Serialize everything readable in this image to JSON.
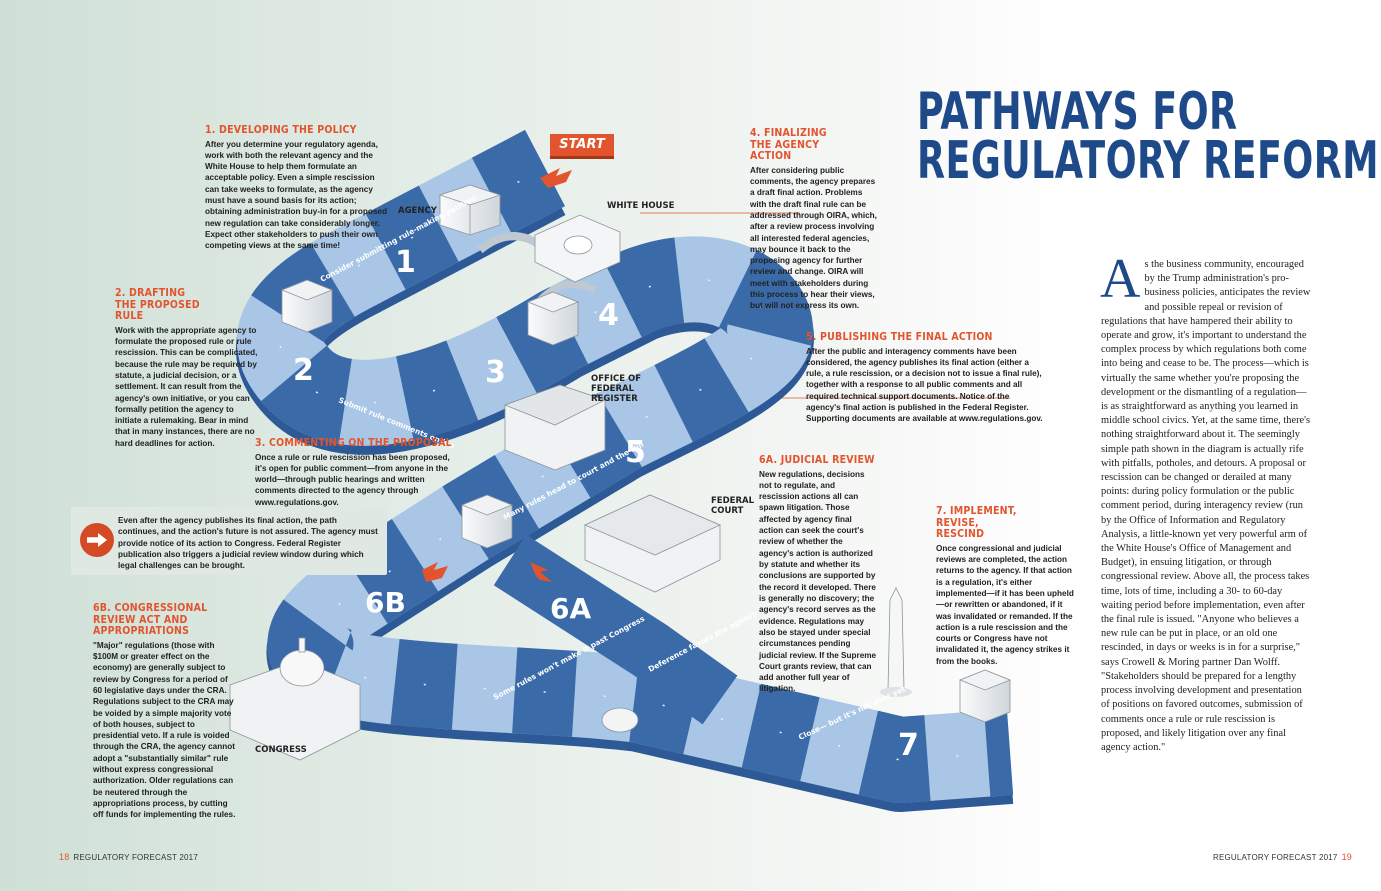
{
  "title": [
    "PATHWAYS FOR",
    "REGULATORY REFORM"
  ],
  "start_label": "START",
  "steps": [
    {
      "title": "1. DEVELOPING THE POLICY",
      "body": "After you determine your regulatory agenda, work with both the relevant agency and the White House to help them formulate an acceptable policy. Even a simple rescission can take weeks to formulate, as the agency must have a sound basis for its action; obtaining administration buy-in for a proposed new regulation can take considerably longer. Expect other stakeholders to push their own competing views at the same time!"
    },
    {
      "title": "2. DRAFTING THE PROPOSED RULE",
      "body": "Work with the appropriate agency to formulate the proposed rule or rule rescission. This can be complicated, because the rule may be required by statute, a judicial decision, or a settlement. It can result from the agency's own initiative, or you can formally petition the agency to initiate a rulemaking. Bear in mind that in many instances, there are no hard deadlines for action."
    },
    {
      "title": "3. COMMENTING ON THE PROPOSAL",
      "body": "Once a rule or rule rescission has been proposed, it's open for public comment—from anyone in the world—through public hearings and written comments directed to the agency through www.regulations.gov."
    },
    {
      "title": "4. FINALIZING THE AGENCY ACTION",
      "body": "After considering public comments, the agency prepares a draft final action. Problems with the draft final rule can be addressed through OIRA, which, after a review process involving all interested federal agencies, may bounce it back to the proposing agency for further review and change. OIRA will meet with stakeholders during this process to hear their views, but will not express its own."
    },
    {
      "title": "5. PUBLISHING THE FINAL ACTION",
      "body": "After the public and interagency comments have been considered, the agency publishes its final action (either a rule, a rule rescission, or a decision not to issue a final rule), together with a response to all public comments and all required technical support documents. Notice of the agency's final action is published in the Federal Register. Supporting documents are available at www.regulations.gov."
    },
    {
      "title": "6A. JUDICIAL REVIEW",
      "body": "New regulations, decisions not to regulate, and rescission actions all can spawn litigation. Those affected by agency final action can seek the court's review of whether the agency's action is authorized by statute and whether its conclusions are supported by the record it developed. There is generally no discovery; the agency's record serves as the evidence. Regulations may also be stayed under special circumstances pending judicial review. If the Supreme Court grants review, that can add another full year of litigation."
    },
    {
      "title": "6B. CONGRESSIONAL REVIEW ACT AND APPROPRIATIONS",
      "body": "\"Major\" regulations (those with $100M or greater effect on the economy) are generally subject to review by Congress for a period of 60 legislative days under the CRA. Regulations subject to the CRA may be voided by a simple majority vote of both houses, subject to presidential veto. If a rule is voided through the CRA, the agency cannot adopt a \"substantially similar\" rule without express congressional authorization. Older regulations can be neutered through the appropriations process, by cutting off funds for implementing the rules."
    },
    {
      "title": "7. IMPLEMENT, REVISE, RESCIND",
      "body": "Once congressional and judicial reviews are completed, the action returns to the agency. If that action is a regulation, it's either implemented—if it has been upheld—or rewritten or abandoned, if it was invalidated or remanded. If the action is a rule rescission and the courts or Congress have not invalidated it, the agency strikes it from the books."
    }
  ],
  "note": "Even after the agency publishes its final action, the path continues, and the action's future is not assured. The agency must provide notice of its action to Congress. Federal Register publication also triggers a judicial review window during which legal challenges can be brought.",
  "places": {
    "agency": "AGENCY",
    "white_house": "WHITE HOUSE",
    "federal_register": "OFFICE OF FEDERAL REGISTER",
    "federal_court": "FEDERAL COURT",
    "congress": "CONGRESS"
  },
  "tiles": {
    "n1": "1",
    "n2": "2",
    "n3": "3",
    "n4": "4",
    "n5": "5",
    "n6a": "6A",
    "n6b": "6B",
    "n7": "7",
    "t1": "Consider submitting rule-making petition",
    "t2": "Submit rule comments online",
    "t5": "Many rules head to court and the Hill",
    "t6a": "Deference favors the agency",
    "t6b": "Some rules won't make it past Congress",
    "t7": "Close— but it's not over yet"
  },
  "article": {
    "dropcap": "A",
    "text": "s the business community, encouraged by the Trump administration's pro-business policies, anticipates the review and possible repeal or revision of regulations that have hampered their ability to operate and grow, it's important to understand the complex process by which regulations both come into being and cease to be. The process—which is virtually the same whether you're proposing the development or the dismantling of a regulation—is as straightforward as anything you learned in middle school civics. Yet, at the same time, there's nothing straightforward about it. The seemingly simple path shown in the diagram is actually rife with pitfalls, potholes, and detours. A proposal or rescission can be changed or derailed at many points: during policy formulation or the public comment period, during interagency review (run by the Office of Information and Regulatory Analysis, a little-known yet very powerful arm of the White House's Office of Management and Budget), in ensuing litigation, or through congressional review. Above all, the process takes time, lots of time, including a 30- to 60-day waiting period before implementation, even after the final rule is issued. \"Anyone who believes a new rule can be put in place, or an old one rescinded, in days or weeks is in for a surprise,\" says Crowell & Moring partner Dan Wolff. \"Stakeholders should be prepared for a lengthy process involving development and presentation of positions on favored outcomes, submission of comments once a rule or rule rescission is proposed, and likely litigation over any final agency action.\""
  },
  "footer": {
    "left_page": "18",
    "left_label": "REGULATORY FORECAST 2017",
    "right_label": "REGULATORY FORECAST 2017",
    "right_page": "19"
  },
  "colors": {
    "accent": "#e2542d",
    "navy": "#1e4a8a",
    "path_dark": "#3a6aa8",
    "path_light": "#a9c6e6"
  }
}
